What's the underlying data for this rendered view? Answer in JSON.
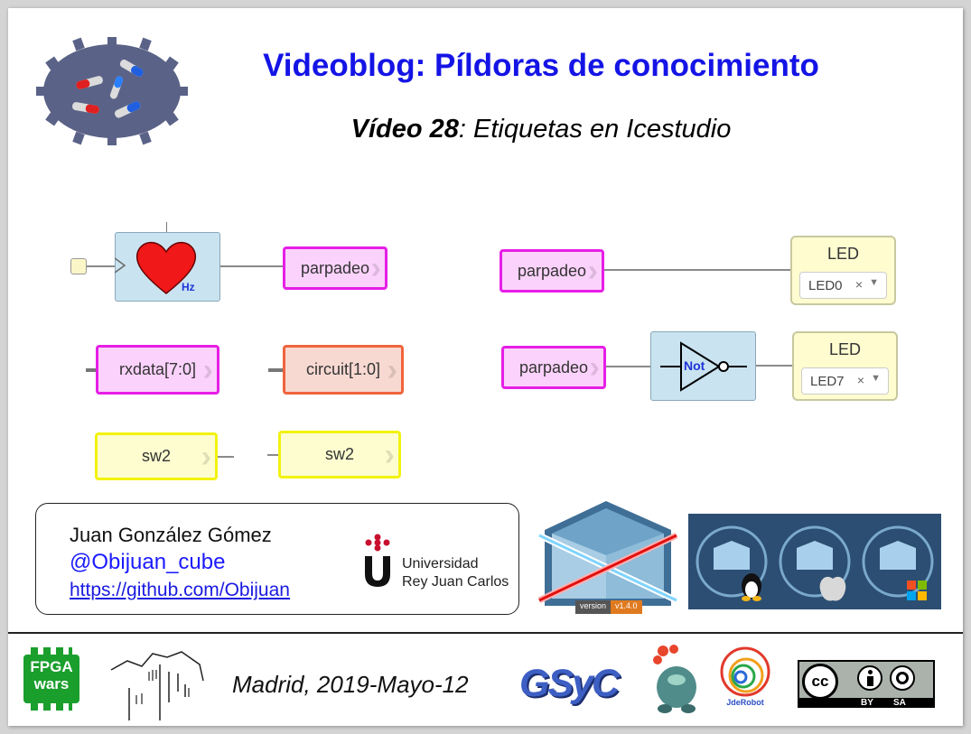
{
  "slide": {
    "title": "Videoblog: Píldoras de conocimiento",
    "subtitle_bold": "Vídeo 28",
    "subtitle_rest": ": Etiquetas en Icestudio"
  },
  "diagram": {
    "clock_unit": "Hz",
    "labels": {
      "parpadeo_1": "parpadeo",
      "rxdata": "rxdata[7:0]",
      "circuit": "circuit[1:0]",
      "sw2_a": "sw2",
      "sw2_b": "sw2",
      "parpadeo_2": "parpadeo",
      "parpadeo_3": "parpadeo"
    },
    "led_blocks": [
      {
        "title": "LED",
        "value": "LED0",
        "clear": "×"
      },
      {
        "title": "LED",
        "value": "LED7",
        "clear": "×"
      }
    ],
    "not_gate_label": "Not"
  },
  "author": {
    "name": "Juan González Gómez",
    "handle": "@Obijuan_cube",
    "link": "https://github.com/Obijuan"
  },
  "university": {
    "line1": "Universidad",
    "line2": "Rey Juan Carlos"
  },
  "icestudio_version": {
    "prefix": "version",
    "number": "v1.4.0"
  },
  "footer": {
    "date": "Madrid, 2019-Mayo-12",
    "fpga_logo_line1": "FPGA",
    "fpga_logo_line2": "wars",
    "gsyc_logo": "GSyC",
    "jderobot_logo": "JdeRobot",
    "cc_logo": "cc",
    "cc_by": "BY",
    "cc_sa": "SA"
  },
  "colors": {
    "title": "#1414e6",
    "magenta_label": "#e61ee6",
    "orange_label": "#f0643c",
    "yellow_label": "#f2f20f",
    "link": "#1a1ae0"
  }
}
